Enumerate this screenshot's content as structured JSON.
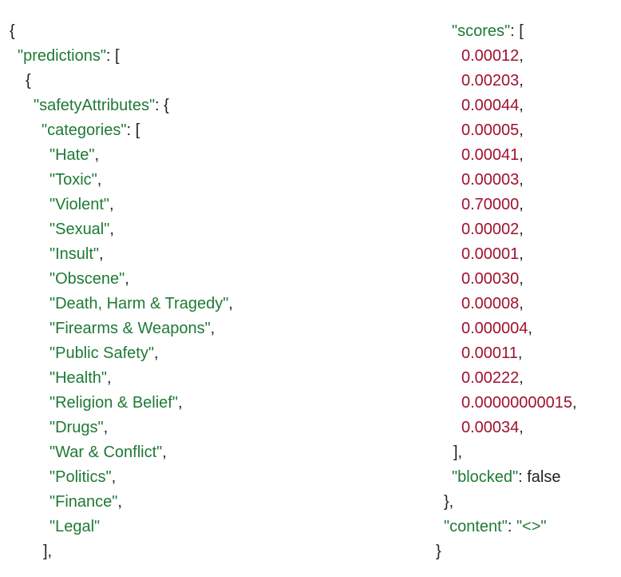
{
  "colors": {
    "key": "#1e7a35",
    "number": "#a0112d",
    "punct": "#222222"
  },
  "left": [
    {
      "i": 0,
      "t": [
        [
          "p",
          "{"
        ]
      ]
    },
    {
      "i": 1,
      "t": [
        [
          "k",
          "\"predictions\""
        ],
        [
          "p",
          ": ["
        ]
      ]
    },
    {
      "i": 2,
      "t": [
        [
          "p",
          "{"
        ]
      ]
    },
    {
      "i": 3,
      "t": [
        [
          "k",
          "\"safetyAttributes\""
        ],
        [
          "p",
          ": {"
        ]
      ]
    },
    {
      "i": 4,
      "t": [
        [
          "k",
          "\"categories\""
        ],
        [
          "p",
          ": ["
        ]
      ]
    },
    {
      "i": 5,
      "t": [
        [
          "s",
          "\"Hate\""
        ],
        [
          "p",
          ","
        ]
      ]
    },
    {
      "i": 5,
      "t": [
        [
          "s",
          "\"Toxic\""
        ],
        [
          "p",
          ","
        ]
      ]
    },
    {
      "i": 5,
      "t": [
        [
          "s",
          "\"Violent\""
        ],
        [
          "p",
          ","
        ]
      ]
    },
    {
      "i": 5,
      "t": [
        [
          "s",
          "\"Sexual\""
        ],
        [
          "p",
          ","
        ]
      ]
    },
    {
      "i": 5,
      "t": [
        [
          "s",
          "\"Insult\""
        ],
        [
          "p",
          ","
        ]
      ]
    },
    {
      "i": 5,
      "t": [
        [
          "s",
          "\"Obscene\""
        ],
        [
          "p",
          ","
        ]
      ]
    },
    {
      "i": 5,
      "t": [
        [
          "s",
          "\"Death, Harm & Tragedy\""
        ],
        [
          "p",
          ","
        ]
      ]
    },
    {
      "i": 5,
      "t": [
        [
          "s",
          "\"Firearms & Weapons\""
        ],
        [
          "p",
          ","
        ]
      ]
    },
    {
      "i": 5,
      "t": [
        [
          "s",
          "\"Public Safety\""
        ],
        [
          "p",
          ","
        ]
      ]
    },
    {
      "i": 5,
      "t": [
        [
          "s",
          "\"Health\""
        ],
        [
          "p",
          ","
        ]
      ]
    },
    {
      "i": 5,
      "t": [
        [
          "s",
          "\"Religion & Belief\""
        ],
        [
          "p",
          ","
        ]
      ]
    },
    {
      "i": 5,
      "t": [
        [
          "s",
          "\"Drugs\""
        ],
        [
          "p",
          ","
        ]
      ]
    },
    {
      "i": 5,
      "t": [
        [
          "s",
          "\"War & Conflict\""
        ],
        [
          "p",
          ","
        ]
      ]
    },
    {
      "i": 5,
      "t": [
        [
          "s",
          "\"Politics\""
        ],
        [
          "p",
          ","
        ]
      ]
    },
    {
      "i": 5,
      "t": [
        [
          "s",
          "\"Finance\""
        ],
        [
          "p",
          ","
        ]
      ]
    },
    {
      "i": 5,
      "t": [
        [
          "s",
          "\"Legal\""
        ]
      ]
    },
    {
      "i": 4.2,
      "t": [
        [
          "p",
          "],"
        ]
      ]
    }
  ],
  "right": [
    {
      "i": 2,
      "t": [
        [
          "k",
          "\"scores\""
        ],
        [
          "p",
          ": ["
        ]
      ]
    },
    {
      "i": 3.2,
      "t": [
        [
          "n",
          "0.00012"
        ],
        [
          "p",
          ","
        ]
      ]
    },
    {
      "i": 3.2,
      "t": [
        [
          "n",
          "0.00203"
        ],
        [
          "p",
          ","
        ]
      ]
    },
    {
      "i": 3.2,
      "t": [
        [
          "n",
          "0.00044"
        ],
        [
          "p",
          ","
        ]
      ]
    },
    {
      "i": 3.2,
      "t": [
        [
          "n",
          "0.00005"
        ],
        [
          "p",
          ","
        ]
      ]
    },
    {
      "i": 3.2,
      "t": [
        [
          "n",
          "0.00041"
        ],
        [
          "p",
          ","
        ]
      ]
    },
    {
      "i": 3.2,
      "t": [
        [
          "n",
          "0.00003"
        ],
        [
          "p",
          ","
        ]
      ]
    },
    {
      "i": 3.2,
      "t": [
        [
          "n",
          "0.70000"
        ],
        [
          "p",
          ","
        ]
      ]
    },
    {
      "i": 3.2,
      "t": [
        [
          "n",
          "0.00002"
        ],
        [
          "p",
          ","
        ]
      ]
    },
    {
      "i": 3.2,
      "t": [
        [
          "n",
          "0.00001"
        ],
        [
          "p",
          ","
        ]
      ]
    },
    {
      "i": 3.2,
      "t": [
        [
          "n",
          "0.00030"
        ],
        [
          "p",
          ","
        ]
      ]
    },
    {
      "i": 3.2,
      "t": [
        [
          "n",
          "0.00008"
        ],
        [
          "p",
          ","
        ]
      ]
    },
    {
      "i": 3.2,
      "t": [
        [
          "n",
          "0.000004"
        ],
        [
          "p",
          ","
        ]
      ]
    },
    {
      "i": 3.2,
      "t": [
        [
          "n",
          "0.00011"
        ],
        [
          "p",
          ","
        ]
      ]
    },
    {
      "i": 3.2,
      "t": [
        [
          "n",
          "0.00222"
        ],
        [
          "p",
          ","
        ]
      ]
    },
    {
      "i": 3.2,
      "t": [
        [
          "n",
          "0.00000000015"
        ],
        [
          "p",
          ","
        ]
      ]
    },
    {
      "i": 3.2,
      "t": [
        [
          "n",
          "0.00034"
        ],
        [
          "p",
          ","
        ]
      ]
    },
    {
      "i": 2.2,
      "t": [
        [
          "p",
          "],"
        ]
      ]
    },
    {
      "i": 2,
      "t": [
        [
          "k",
          "\"blocked\""
        ],
        [
          "p",
          ": false"
        ]
      ]
    },
    {
      "i": 1,
      "t": [
        [
          "p",
          "},"
        ]
      ]
    },
    {
      "i": 1,
      "t": [
        [
          "k",
          "\"content\""
        ],
        [
          "p",
          ": "
        ],
        [
          "s",
          "\"<>\""
        ]
      ]
    },
    {
      "i": 0,
      "t": [
        [
          "p",
          "}"
        ]
      ]
    }
  ]
}
